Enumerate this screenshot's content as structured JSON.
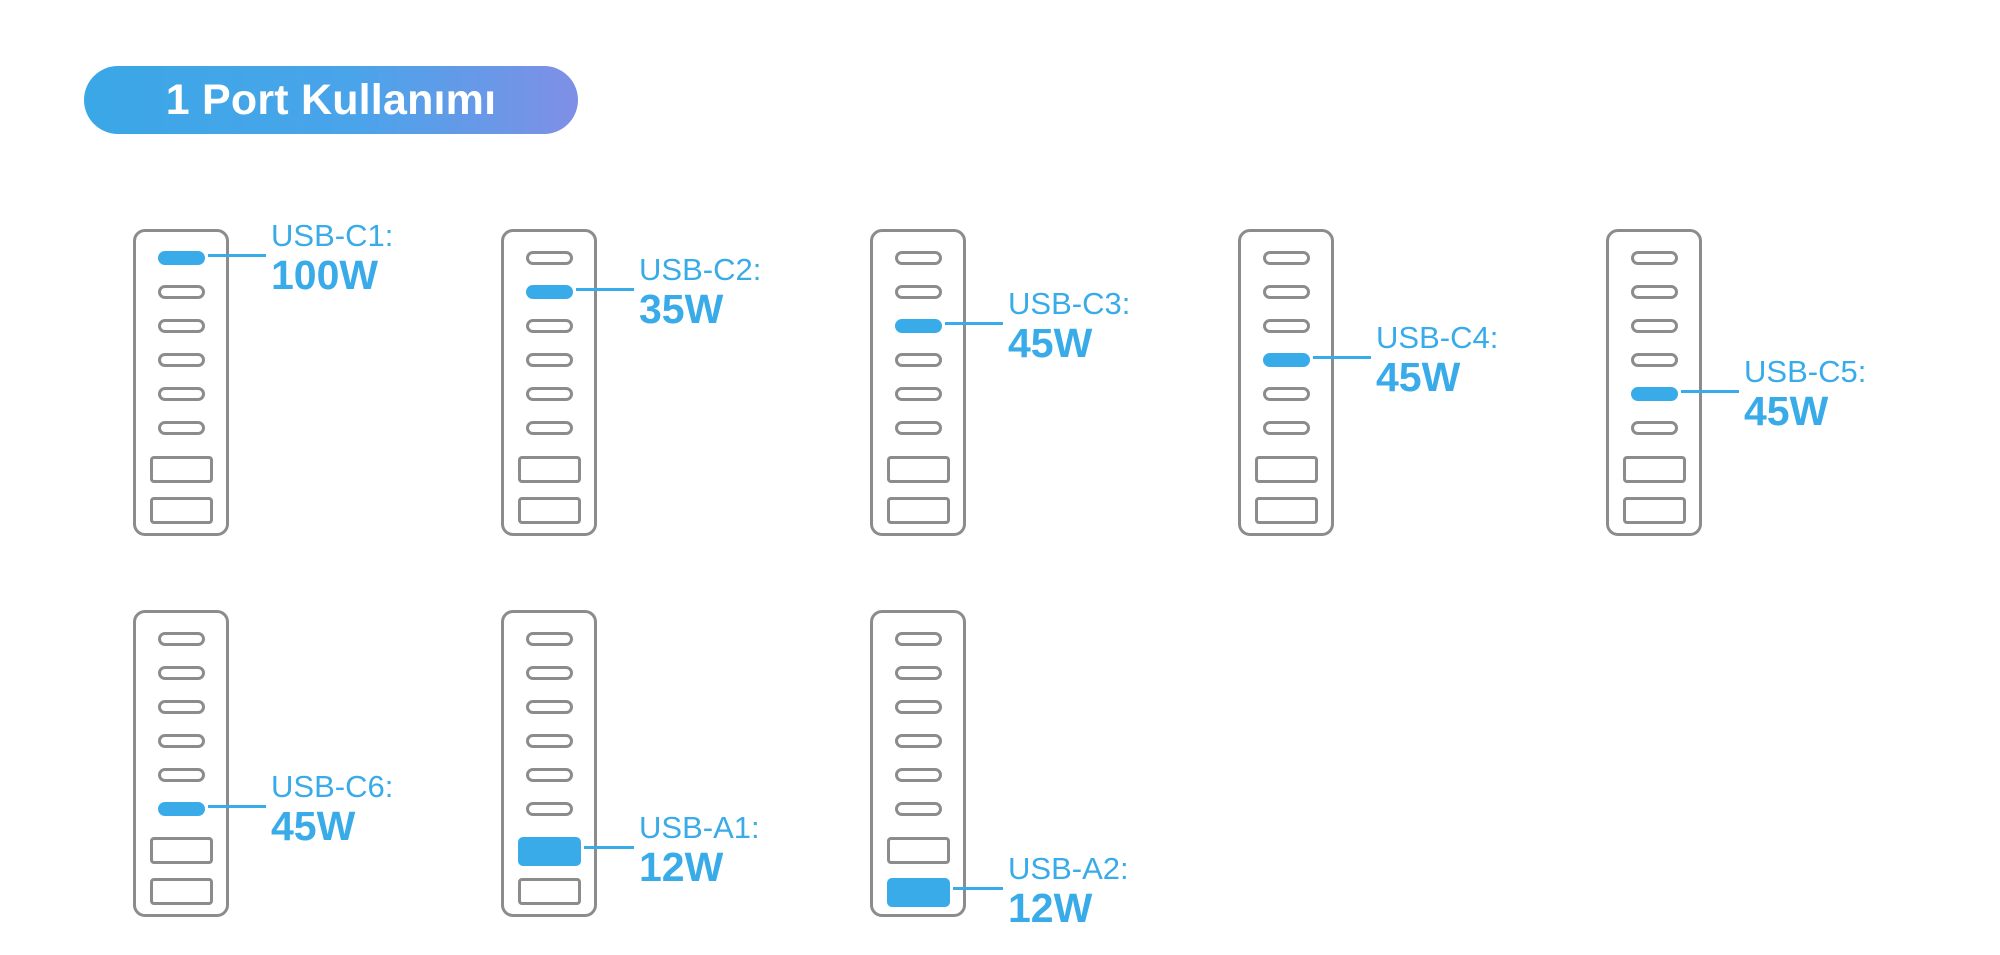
{
  "title": "1 Port Kullanımı",
  "accent_color": "#38abe8",
  "port_color": "#8c8c8c",
  "panels": [
    {
      "port": "USB-C1:",
      "watt": "100W",
      "active_index": 0
    },
    {
      "port": "USB-C2:",
      "watt": "35W",
      "active_index": 1
    },
    {
      "port": "USB-C3:",
      "watt": "45W",
      "active_index": 2
    },
    {
      "port": "USB-C4:",
      "watt": "45W",
      "active_index": 3
    },
    {
      "port": "USB-C5:",
      "watt": "45W",
      "active_index": 4
    },
    {
      "port": "USB-C6:",
      "watt": "45W",
      "active_index": 5
    },
    {
      "port": "USB-A1:",
      "watt": "12W",
      "active_index": 6
    },
    {
      "port": "USB-A2:",
      "watt": "12W",
      "active_index": 7
    }
  ]
}
